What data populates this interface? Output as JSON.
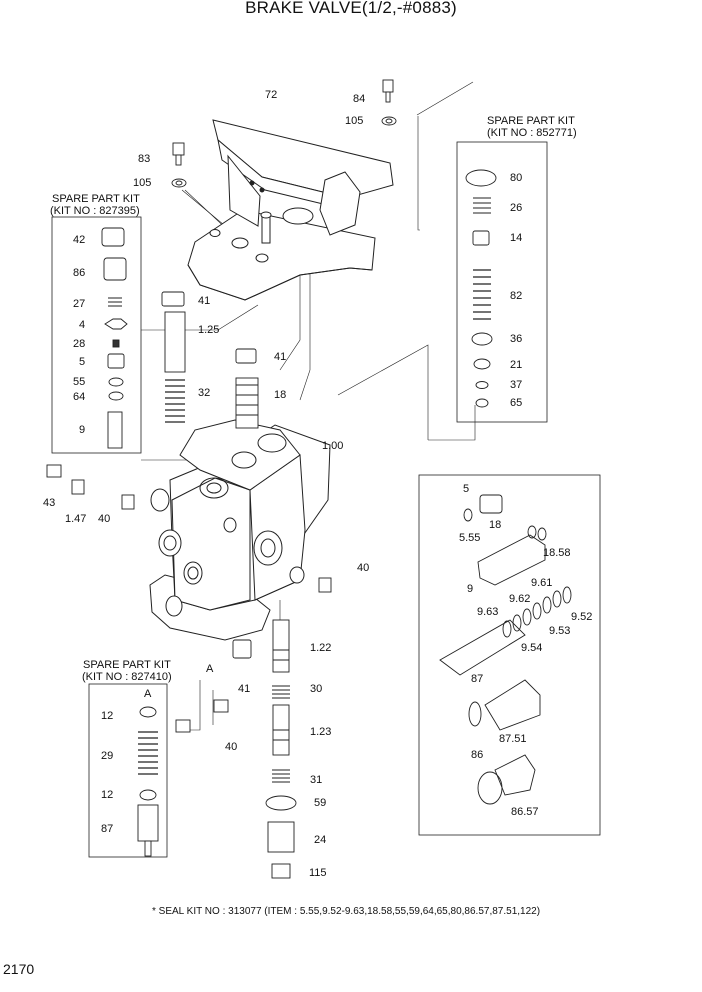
{
  "title": "BRAKE VALVE(1/2,-#0883)",
  "page_number": "2170",
  "seal_note": "* SEAL KIT NO : 313077 (ITEM : 5.55,9.52-9.63,18.58,55,59,64,65,80,86.57,87.51,122)",
  "kits": {
    "top_right": {
      "line1": "SPARE PART KIT",
      "line2": "(KIT NO : 852771)"
    },
    "left": {
      "line1": "SPARE PART KIT",
      "line2": "(KIT NO : 827395)"
    },
    "bottom_left": {
      "line1": "SPARE PART KIT",
      "line2": "(KIT NO : 827410)"
    }
  },
  "callouts": {
    "c72": "72",
    "c84": "84",
    "c105a": "105",
    "c83": "83",
    "c105b": "105",
    "c80": "80",
    "c26": "26",
    "c14": "14",
    "c82": "82",
    "c36": "36",
    "c21": "21",
    "c37": "37",
    "c65": "65",
    "c42": "42",
    "c86": "86",
    "c27": "27",
    "c4": "4",
    "c28": "28",
    "c5": "5",
    "c55": "55",
    "c64": "64",
    "c9": "9",
    "c41a": "41",
    "c125": "1.25",
    "c32": "32",
    "c41b": "41",
    "c18": "18",
    "c100": "1.00",
    "c43": "43",
    "c147": "1.47",
    "c40a": "40",
    "c40b": "40",
    "c122": "1.22",
    "c30": "30",
    "c123": "1.23",
    "c31": "31",
    "c59": "59",
    "c24": "24",
    "c115": "115",
    "c41c": "41",
    "c40c": "40",
    "cA1": "A",
    "cA2": "A",
    "c12a": "12",
    "c29": "29",
    "c12b": "12",
    "c87": "87",
    "d5": "5",
    "d18": "18",
    "d555": "5.55",
    "d1858": "18.58",
    "d9": "9",
    "d961": "9.61",
    "d962": "9.62",
    "d963": "9.63",
    "d952": "9.52",
    "d953": "9.53",
    "d954": "9.54",
    "d87": "87",
    "d8751": "87.51",
    "d86": "86",
    "d8657": "86.57"
  }
}
